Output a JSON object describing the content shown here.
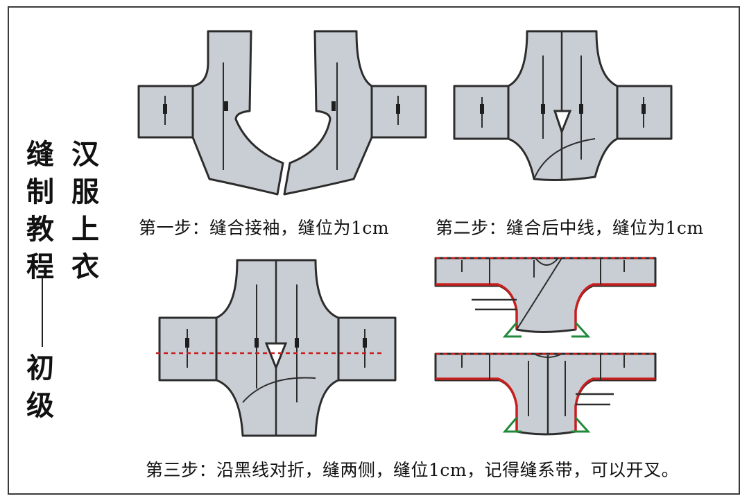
{
  "title_right": [
    "汉",
    "服",
    "上",
    "衣"
  ],
  "title_left": [
    "缝",
    "制",
    "教",
    "程"
  ],
  "title_level": [
    "初",
    "级"
  ],
  "captions": {
    "step1": "第一步：缝合接袖，缝位为1cm",
    "step2": "第二步：缝合后中线，缝位为1cm",
    "step3": "第三步：沿黑线对折，缝两侧，缝位1cm，记得缝系带，可以开叉。"
  },
  "colors": {
    "cloth": "#c9ced4",
    "outline": "#2c2c2c",
    "seam_red": "#c81e1e",
    "slit_green": "#1f8a3a"
  }
}
